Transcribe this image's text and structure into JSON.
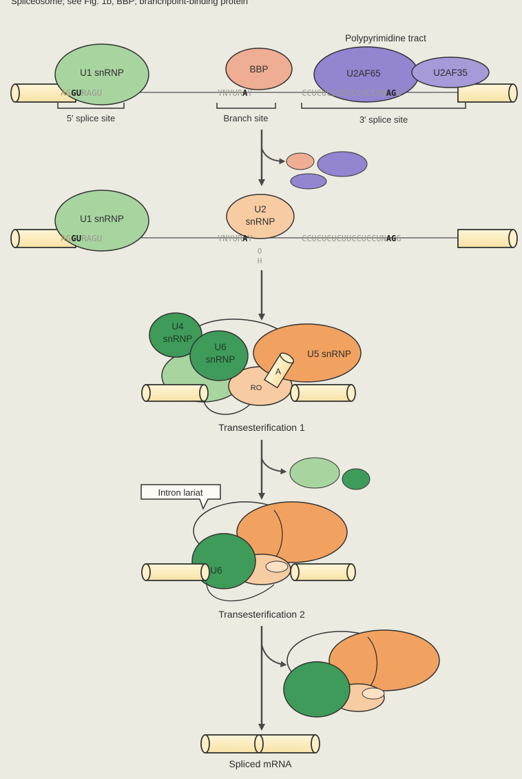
{
  "header_text": "Spliceosome; see Fig. 1b, BBP; branchpoint-binding protein",
  "labels": {
    "polypyrimidine_tract": "Polypyrimidine tract",
    "u1_snrnp": "U1 snRNP",
    "bbp": "BBP",
    "u2af65": "U2AF65",
    "u2af35": "U2AF35",
    "u2_line1": "U2",
    "u2_line2": "snRNP",
    "u4_line1": "U4",
    "u4_line2": "snRNP",
    "u6_line1": "U6",
    "u6_line2": "snRNP",
    "u5_snrnp": "U5 snRNP",
    "u6_short": "U6",
    "ro": "RO",
    "a_in_tube": "A",
    "oh_o": "O",
    "oh_h": "H",
    "intron_lariat": "Intron lariat"
  },
  "sites": {
    "five_prime": "5′ splice site",
    "branch": "Branch site",
    "three_prime": "3′ splice site"
  },
  "sequences": {
    "five_prime_a": "AG",
    "five_prime_b": "GU",
    "five_prime_c": "RAGU",
    "branch_a": "YNYUR",
    "branch_b": "A",
    "branch_c": "Y",
    "ppt": "CCUCUCUCUUCCUCCUN",
    "ppt_end": "AG",
    "ppt_tail": "G"
  },
  "steps": {
    "transesterification_1": "Transesterification 1",
    "transesterification_2": "Transesterification 2",
    "spliced_mrna": "Spliced mRNA"
  },
  "colors": {
    "background": "#ecebe2",
    "exon": "#fbe9b8",
    "u1_green": "#a8d4a0",
    "u4_u6_green": "#3f9b5a",
    "bbp_salmon": "#efae94",
    "u2_peach": "#f8cca2",
    "u5_orange": "#f2a260",
    "u2af_purple": "#9385d0",
    "arrow": "#4a4a4a"
  }
}
